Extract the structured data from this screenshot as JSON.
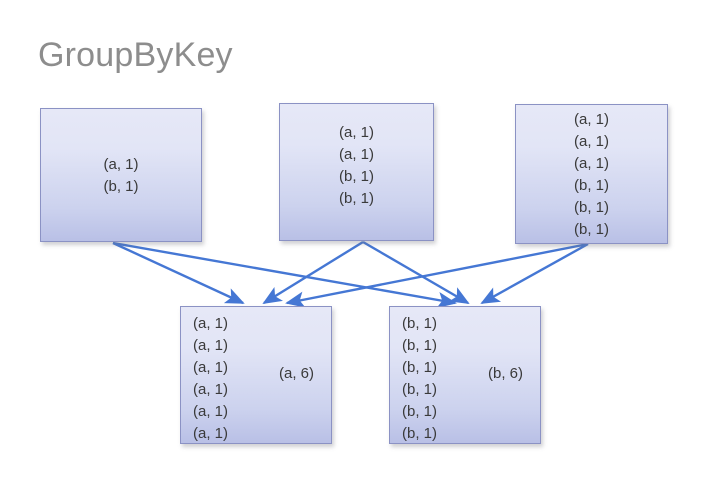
{
  "diagram": {
    "title": "GroupByKey",
    "accent_color": "#4577d4",
    "box_border_color": "#8b92c4",
    "box_fill_top": "#e6e8f7",
    "box_fill_bottom": "#b9c0e6",
    "title_color": "#8d8d8d",
    "text_color": "#3a3a3a"
  },
  "input_boxes": [
    {
      "name": "input-box-1",
      "align": "center",
      "lines": [
        "(a, 1)",
        "(b, 1)"
      ]
    },
    {
      "name": "input-box-2",
      "align": "center",
      "lines": [
        "(a, 1)",
        "(a, 1)",
        "(b, 1)",
        "(b, 1)"
      ]
    },
    {
      "name": "input-box-3",
      "align": "center",
      "lines": [
        "(a, 1)",
        "(a, 1)",
        "(a, 1)",
        "(b, 1)",
        "(b, 1)",
        "(b, 1)"
      ]
    }
  ],
  "output_boxes": [
    {
      "name": "output-box-a",
      "align": "left",
      "lines": [
        "(a, 1)",
        "(a, 1)",
        "(a, 1)",
        "(a, 1)",
        "(a, 1)",
        "(a, 1)"
      ],
      "result": "(a, 6)"
    },
    {
      "name": "output-box-b",
      "align": "left",
      "lines": [
        "(b, 1)",
        "(b, 1)",
        "(b, 1)",
        "(b, 1)",
        "(b, 1)",
        "(b, 1)"
      ],
      "result": "(b, 6)"
    }
  ]
}
